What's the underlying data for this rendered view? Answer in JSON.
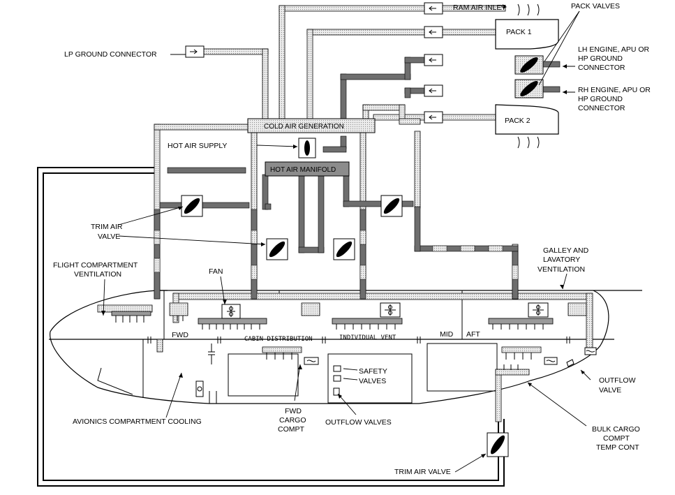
{
  "labels": {
    "ram_air_inlet": "RAM AIR INLET",
    "pack_valves": "PACK VALVES",
    "pack1": "PACK 1",
    "pack2": "PACK 2",
    "lh_engine": [
      "LH ENGINE, APU OR",
      "HP GROUND",
      "CONNECTOR"
    ],
    "rh_engine": [
      "RH ENGINE, APU OR",
      "HP GROUND",
      "CONNECTOR"
    ],
    "lp_ground": "LP GROUND CONNECTOR",
    "cold_air": "COLD AIR GENERATION",
    "hot_air_supply": "HOT AIR SUPPLY",
    "hot_air_manifold": "HOT AIR MANIFOLD",
    "trim_air_valve_top": [
      "TRIM AIR",
      "VALVE"
    ],
    "galley": [
      "GALLEY AND",
      "LAVATORY",
      "VENTILATION"
    ],
    "flight_comp": [
      "FLIGHT COMPARTMENT",
      "VENTILATION"
    ],
    "fan": "FAN",
    "fwd": "FWD",
    "cabin_dist": "CABIN DISTRIBUTION",
    "indiv_vent": "INDIVIDUAL VENT",
    "mid": "MID",
    "aft": "AFT",
    "safety_valves": [
      "SAFETY",
      "VALVES"
    ],
    "outflow_valve": [
      "OUTFLOW",
      "VALVE"
    ],
    "outflow_valves": "OUTFLOW VALVES",
    "avionics": "AVIONICS COMPARTMENT COOLING",
    "fwd_cargo": [
      "FWD",
      "CARGO",
      "COMPT"
    ],
    "bulk_cargo": [
      "BULK CARGO",
      "COMPT",
      "TEMP CONT"
    ],
    "trim_air_valve_bottom": "TRIM AIR VALVE"
  },
  "colors": {
    "cold_duct": "#e6e6e6",
    "hot_duct": "#6e6e6e",
    "line": "#000000"
  },
  "icons": [
    "check-valve-icon",
    "butterfly-valve-icon",
    "fan-icon",
    "outflow-valve-icon",
    "air-outlet-icon"
  ]
}
